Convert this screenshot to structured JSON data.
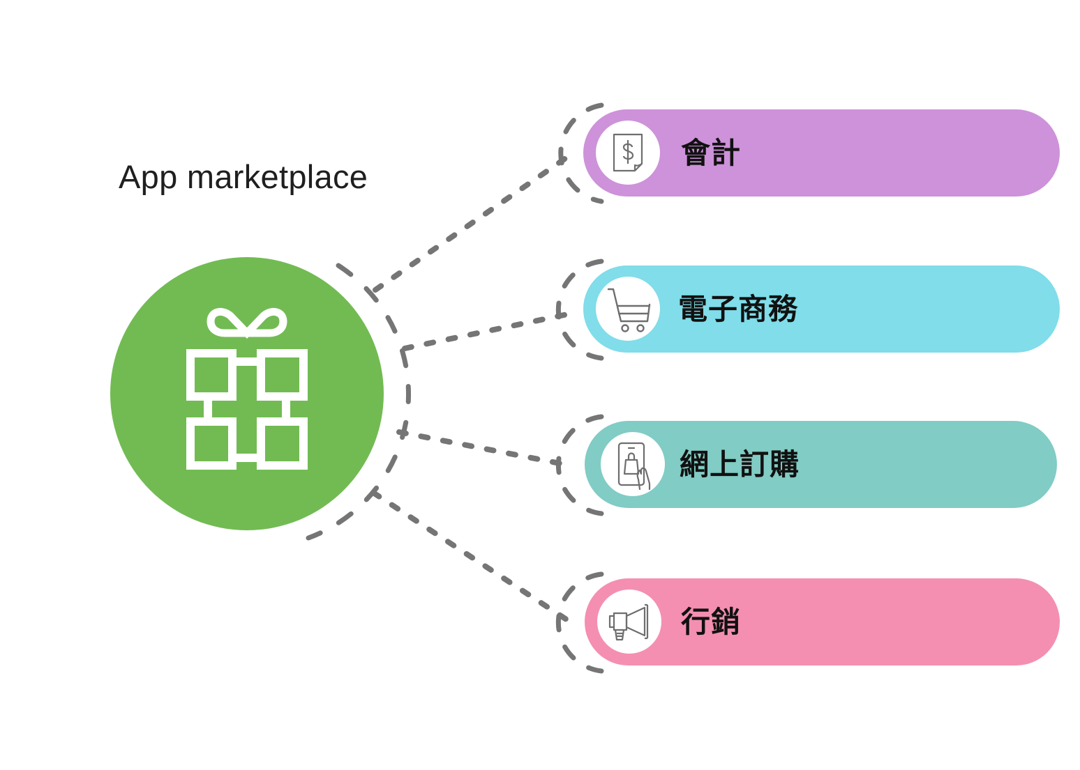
{
  "title": "App marketplace",
  "hub": {
    "icon": "gift-icon",
    "color": "#72bb53"
  },
  "connector_color": "#757575",
  "items": [
    {
      "label": "會計",
      "icon": "invoice-dollar-icon",
      "color": "#cd92d9"
    },
    {
      "label": "電子商務",
      "icon": "shopping-cart-icon",
      "color": "#80dde9"
    },
    {
      "label": "網上訂購",
      "icon": "mobile-shopping-icon",
      "color": "#81ccc5"
    },
    {
      "label": "行銷",
      "icon": "megaphone-icon",
      "color": "#f48fb1"
    }
  ]
}
